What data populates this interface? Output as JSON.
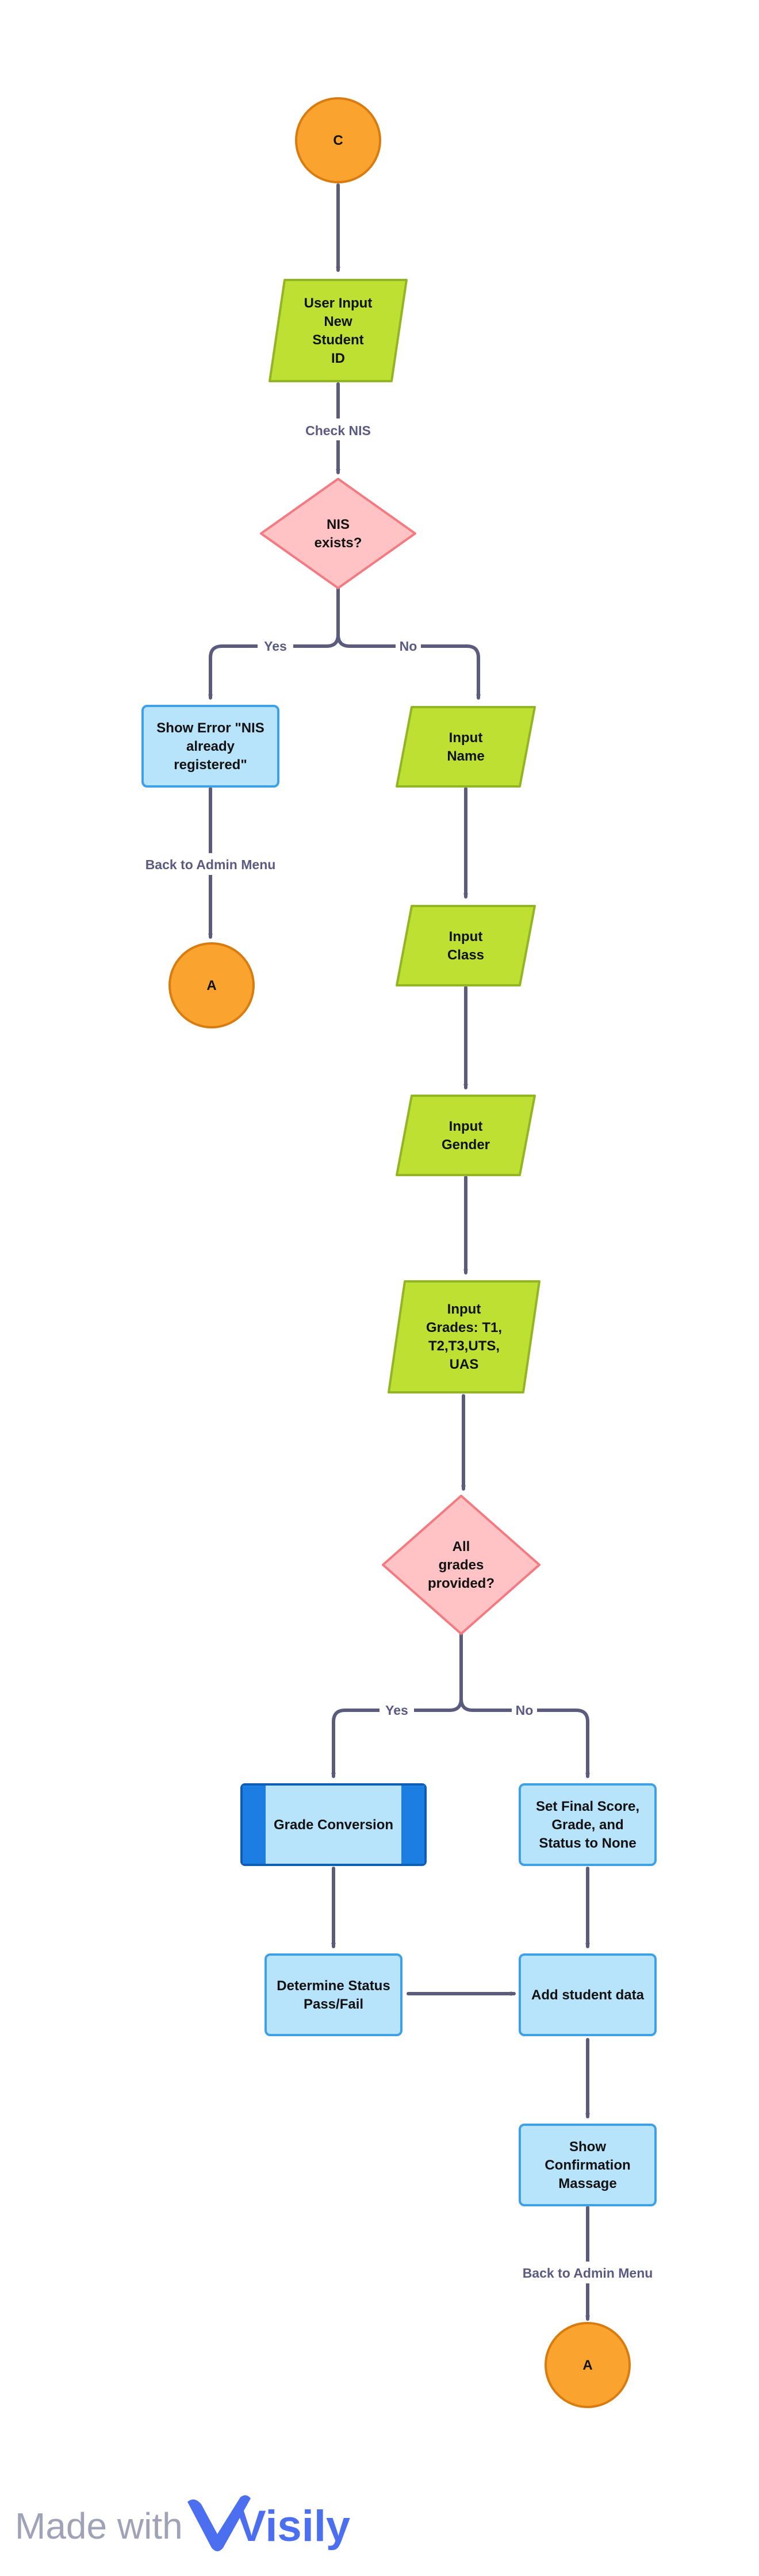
{
  "colors": {
    "connector": "#5b5b7e",
    "connector_label": "#5a5a82",
    "terminal_fill": "#fba32f",
    "terminal_stroke": "#d87c10",
    "io_fill": "#bde033",
    "io_stroke": "#93b524",
    "decision_fill": "#ffc3c5",
    "decision_stroke": "#f27a80",
    "process_fill": "#b7e3fb",
    "process_stroke": "#3fa0e4",
    "subprocess_bar": "#1c7de3",
    "subprocess_stroke": "#0d5db4",
    "brand_prefix": "#a0a3b8",
    "brand_name": "#4c6ff0"
  },
  "nodes": {
    "start_c": {
      "lines": [
        "C"
      ]
    },
    "input_new_student_id": {
      "lines": [
        "User Input",
        "New",
        "Student",
        "ID"
      ]
    },
    "nis_exists": {
      "lines": [
        "NIS",
        "exists?"
      ]
    },
    "show_error_nis": {
      "lines": [
        "Show Error \"NIS",
        "already",
        "registered\""
      ]
    },
    "connector_a_left": {
      "lines": [
        "A"
      ]
    },
    "input_name": {
      "lines": [
        "Input",
        "Name"
      ]
    },
    "input_class": {
      "lines": [
        "Input",
        "Class"
      ]
    },
    "input_gender": {
      "lines": [
        "Input",
        "Gender"
      ]
    },
    "input_grades": {
      "lines": [
        "Input",
        "Grades: T1,",
        "T2,T3,UTS,",
        "UAS"
      ]
    },
    "all_grades_provided": {
      "lines": [
        "All",
        "grades",
        "provided?"
      ]
    },
    "grade_conversion": {
      "lines": [
        "Grade Conversion"
      ]
    },
    "set_final_score_none": {
      "lines": [
        "Set Final Score,",
        "Grade, and",
        "Status to None"
      ]
    },
    "determine_status": {
      "lines": [
        "Determine Status",
        "Pass/Fail"
      ]
    },
    "add_student_data": {
      "lines": [
        "Add student data"
      ]
    },
    "show_confirmation": {
      "lines": [
        "Show",
        "Confirmation",
        "Massage"
      ]
    },
    "connector_a_bottom": {
      "lines": [
        "A"
      ]
    }
  },
  "edge_labels": {
    "check_nis": "Check NIS",
    "nis_yes": "Yes",
    "nis_no": "No",
    "back_to_admin_left": "Back to Admin Menu",
    "grades_yes": "Yes",
    "grades_no": "No",
    "back_to_admin_bottom": "Back to Admin Menu"
  },
  "branding": {
    "prefix": "Made with",
    "name": "Visily"
  }
}
